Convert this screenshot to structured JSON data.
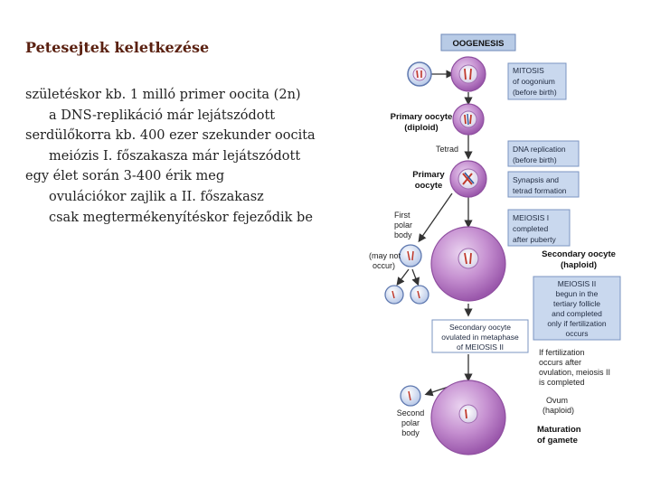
{
  "slide": {
    "title": "Petesejtek keletkezése",
    "lines": [
      "születéskor kb. 1 milló primer oocita (2n)",
      "a DNS-replikáció már lejátszódott",
      "serdülőkorra kb. 400 ezer szekunder oocita",
      "meiózis I. főszakasza már lejátszódott",
      "egy élet során 3-400 érik meg",
      "ovulációkor zajlik a II. főszakasz",
      "csak megtermékenyítéskor fejeződik be"
    ]
  },
  "figure": {
    "header": "OOGENESIS",
    "boxes": {
      "mitosis": [
        "MITOSIS",
        "of oogonium",
        "(before birth)"
      ],
      "dna": [
        "DNA replication",
        "(before birth)"
      ],
      "synapsis": [
        "Synapsis and",
        "tetrad formation"
      ],
      "meiosis1": [
        "MEIOSIS I",
        "completed",
        "after puberty"
      ],
      "meiosis2": [
        "MEIOSIS II",
        "begun in the",
        "tertiary follicle",
        "and completed",
        "only if fertilization",
        "occurs"
      ],
      "ovulated": [
        "Secondary oocyte",
        "ovulated in metaphase",
        "of MEIOSIS II"
      ]
    },
    "labels": {
      "primary1": [
        "Primary oocyte",
        "(diploid)"
      ],
      "tetrad": "Tetrad",
      "primary2": [
        "Primary",
        "oocyte"
      ],
      "firstpolar": [
        "First",
        "polar",
        "body"
      ],
      "maynot": [
        "(may not",
        "occur)"
      ],
      "secondary": [
        "Secondary oocyte",
        "(haploid)"
      ],
      "iffert": [
        "If fertilization",
        "occurs after",
        "ovulation, meiosis II",
        "is completed"
      ],
      "secondpolar": [
        "Second",
        "polar",
        "body"
      ],
      "ovum": [
        "Ovum",
        "(haploid)"
      ],
      "maturation": [
        "Maturation",
        "of gamete"
      ]
    },
    "colors": {
      "cell_fill": "#c58fd0",
      "cell_edge": "#8f4fa0",
      "box_fill": "#c9d8ee",
      "box_edge": "#7b95c2",
      "header_fill": "#b8cbe6",
      "arrow": "#333333"
    }
  }
}
